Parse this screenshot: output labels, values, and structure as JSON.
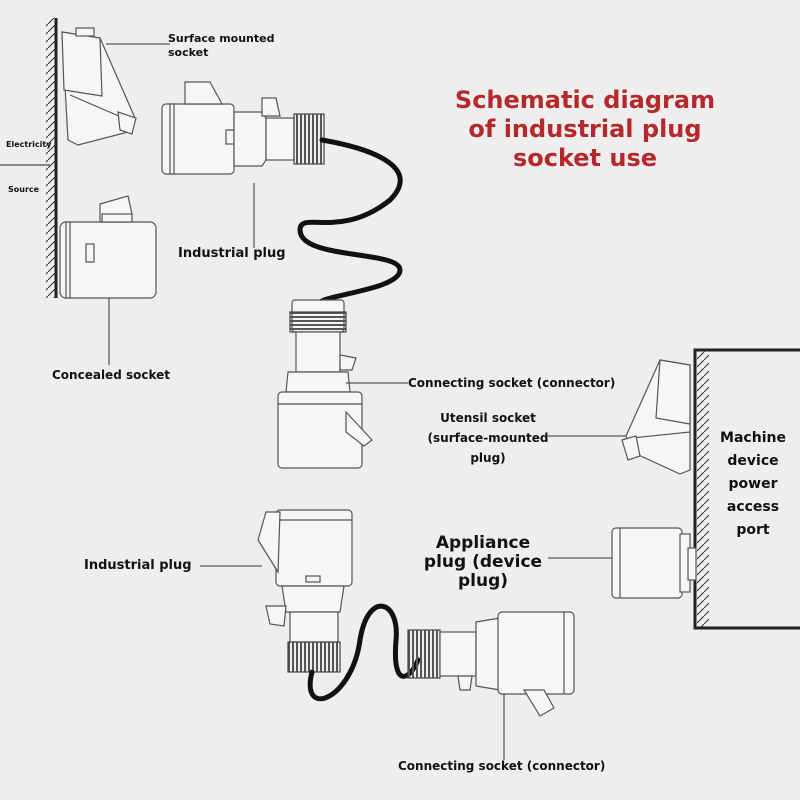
{
  "title": {
    "line1": "Schematic diagram",
    "line2": "of industrial plug",
    "line3": "socket use",
    "color": "#b5282c"
  },
  "wall": {
    "label_top": "Electricity",
    "label_bottom": "Source"
  },
  "machine": {
    "line1": "Machine",
    "line2": "device",
    "line3": "power",
    "line4": "access",
    "line5": "port"
  },
  "labels": {
    "surface_socket_1": "Surface mounted",
    "surface_socket_2": "socket",
    "industrial_plug_top": "Industrial plug",
    "concealed_socket": "Concealed socket",
    "connecting_socket_top": "Connecting socket (connector)",
    "utensil_1": "Utensil socket",
    "utensil_2": "(surface-mounted",
    "utensil_3": "plug)",
    "appliance_1": "Appliance",
    "appliance_2": "plug (device",
    "appliance_3": "plug)",
    "industrial_plug_bottom": "Industrial plug",
    "connecting_socket_bottom": "Connecting socket (connector)"
  }
}
